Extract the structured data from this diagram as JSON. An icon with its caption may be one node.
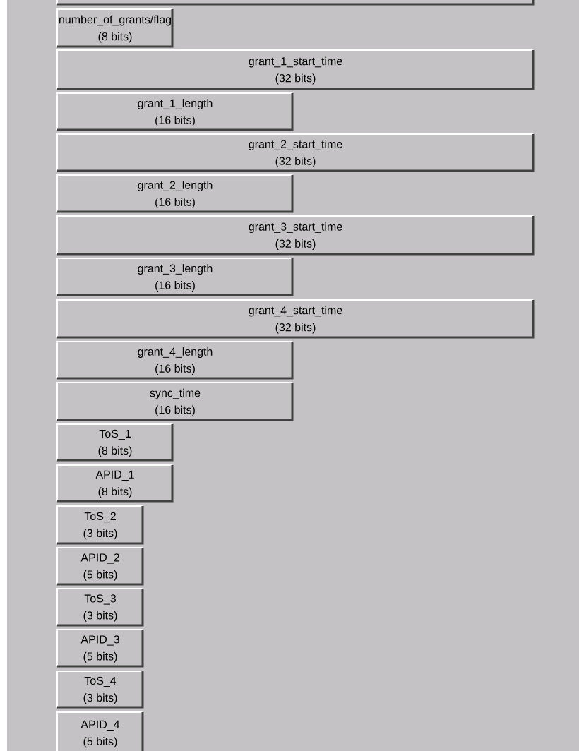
{
  "diagram": {
    "nodes": [
      {
        "text": [],
        "shape": "bar"
      },
      {
        "text": [
          "number_of_grants/flag",
          "(8 bits)"
        ]
      },
      {
        "text": [
          "grant_1_start_time",
          "(32 bits)"
        ]
      },
      {
        "text": [
          "grant_1_length",
          "(16 bits)"
        ]
      },
      {
        "text": [
          "grant_2_start_time",
          "(32 bits)"
        ]
      },
      {
        "text": [
          "grant_2_length",
          "(16 bits)"
        ]
      },
      {
        "text": [
          "grant_3_start_time",
          "(32 bits)"
        ]
      },
      {
        "text": [
          "grant_3_length",
          "(16 bits)"
        ]
      },
      {
        "text": [
          "grant_4_start_time",
          "(32 bits)"
        ]
      },
      {
        "text": [
          "grant_4_length",
          "(16 bits)"
        ]
      },
      {
        "text": [
          "sync_time",
          "(16 bits)"
        ]
      },
      {
        "text": [
          "ToS_1",
          "(8 bits)"
        ]
      },
      {
        "text": [
          "APID_1",
          "(8 bits)"
        ]
      },
      {
        "text": [
          "ToS_2",
          "(3 bits)"
        ]
      },
      {
        "text": [
          "APID_2",
          "(5 bits)"
        ]
      },
      {
        "text": [
          "ToS_3",
          "(3 bits)"
        ]
      },
      {
        "text": [
          "APID_3",
          "(5 bits)"
        ]
      },
      {
        "text": [
          "ToS_4",
          "(3 bits)"
        ]
      },
      {
        "text": [
          "APID_4",
          "(5 bits)"
        ]
      }
    ]
  }
}
